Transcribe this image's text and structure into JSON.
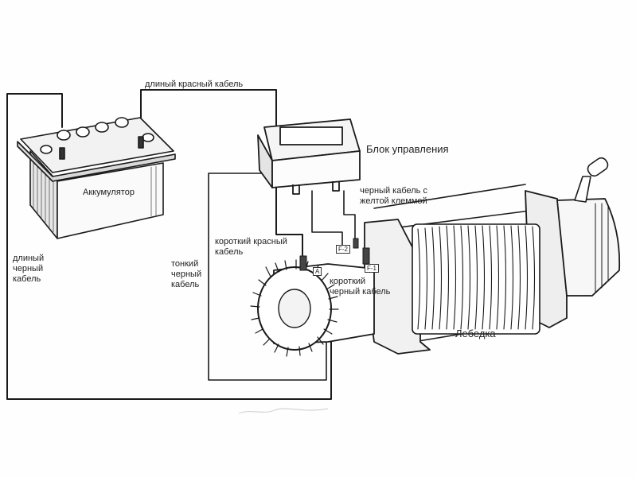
{
  "labels": {
    "battery": "Аккумулятор",
    "long_red_cable": "длиный красный кабель",
    "control_box": "Блок управления",
    "black_cable_yellow_clamp": "черный кабель с\nжелтой клеммой",
    "short_red_cable": "короткий красный\nкабель",
    "thin_black_cable": "тонкий\nчерный\nкабель",
    "long_black_cable": "длиный\nчерный\nкабель",
    "short_black_cable": "короткий\nчерный кабель",
    "winch": "Лебедка"
  },
  "terminals": {
    "a": "A",
    "f1": "F-1",
    "f2": "F-2"
  },
  "colors": {
    "line": "#1a1a1a",
    "text": "#222222",
    "background": "#fefefe"
  }
}
